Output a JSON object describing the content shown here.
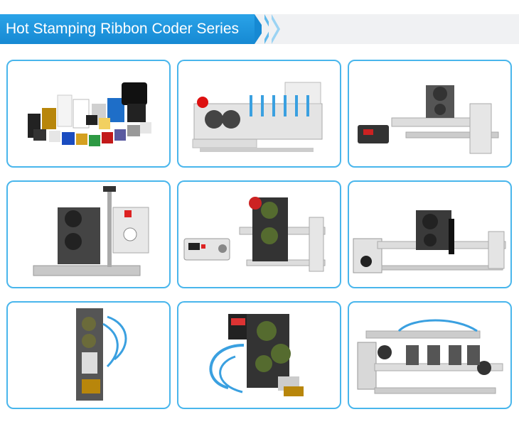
{
  "header": {
    "title": "Hot Stamping Ribbon Coder Series"
  },
  "colors": {
    "accent": "#1689d3",
    "card_border": "#49b6ec",
    "header_bg": "#f0f1f3"
  },
  "products": [
    {
      "name": "ribbon-rolls"
    },
    {
      "name": "multi-head-coder"
    },
    {
      "name": "coder-with-controller"
    },
    {
      "name": "tabletop-coder"
    },
    {
      "name": "frame-coder-with-controller"
    },
    {
      "name": "horizontal-frame-coder"
    },
    {
      "name": "vertical-pneumatic-coder"
    },
    {
      "name": "pneumatic-coder-with-display"
    },
    {
      "name": "multi-head-pneumatic-coder"
    }
  ]
}
